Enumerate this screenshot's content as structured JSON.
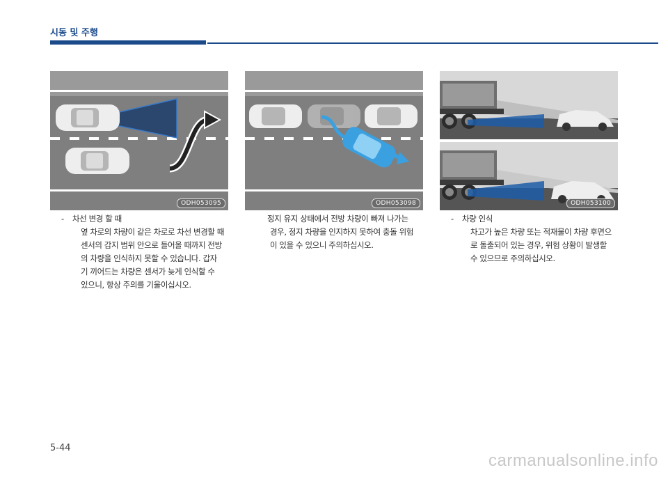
{
  "header": {
    "title": "시동 및 주행"
  },
  "figures": [
    {
      "code": "ODH053095"
    },
    {
      "code": "ODH053098"
    },
    {
      "code": "ODH053100"
    }
  ],
  "captions": [
    {
      "dash": "-",
      "title": "차선 변경 할 때",
      "lines": [
        "옆 차로의 차량이 같은 차로로 차선 변경할 때",
        "센서의 감지 범위 안으로 들어올 때까지 전방",
        "의 차량을 인식하지 못할 수 있습니다. 갑자",
        "기 끼어드는 차량은 센서가 늦게 인식할 수",
        "있으니, 항상 주의를 기울이십시오."
      ]
    },
    {
      "lines": [
        "정지 유지 상태에서 전방 차량이 빠져 나가는",
        "경우, 정지 차량을 인지하지 못하여 충돌 위험",
        "이 있을 수 있으니 주의하십시오."
      ]
    },
    {
      "dash": "-",
      "title": "차량 인식",
      "lines": [
        "차고가 높은 차량 또는 적재물이 차량 후면으",
        "로 돌출되어 있는 경우, 위험 상황이 발생할",
        "수 있으므로 주의하십시오."
      ]
    }
  ],
  "footer": {
    "page_number": "5-44",
    "watermark": "carmanualsonline.info"
  },
  "colors": {
    "accent": "#1a4a8a",
    "road": "#8a8a8a",
    "highlight_car": "#3aa0e0"
  }
}
